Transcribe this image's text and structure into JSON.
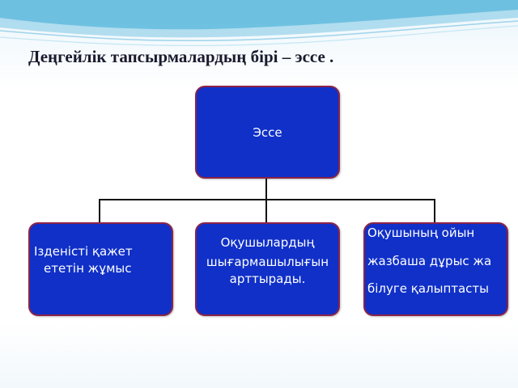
{
  "title": "Деңгейлік тапсырмалардың бірі – эссе .",
  "diagram": {
    "root": {
      "label": "Эссе"
    },
    "children": [
      {
        "lines": [
          "Ізденісті қажет",
          "ететін жұмыс"
        ]
      },
      {
        "lines": [
          "Оқушылардың",
          "шығармашылығын",
          "арттырады."
        ]
      },
      {
        "lines": [
          "Оқушының ойын",
          "жазбаша дұрыс жа",
          "білуге қалыптасты"
        ]
      }
    ]
  },
  "colors": {
    "box_fill": "#1030c8",
    "box_border": "#8a2448",
    "connector": "#111111"
  }
}
